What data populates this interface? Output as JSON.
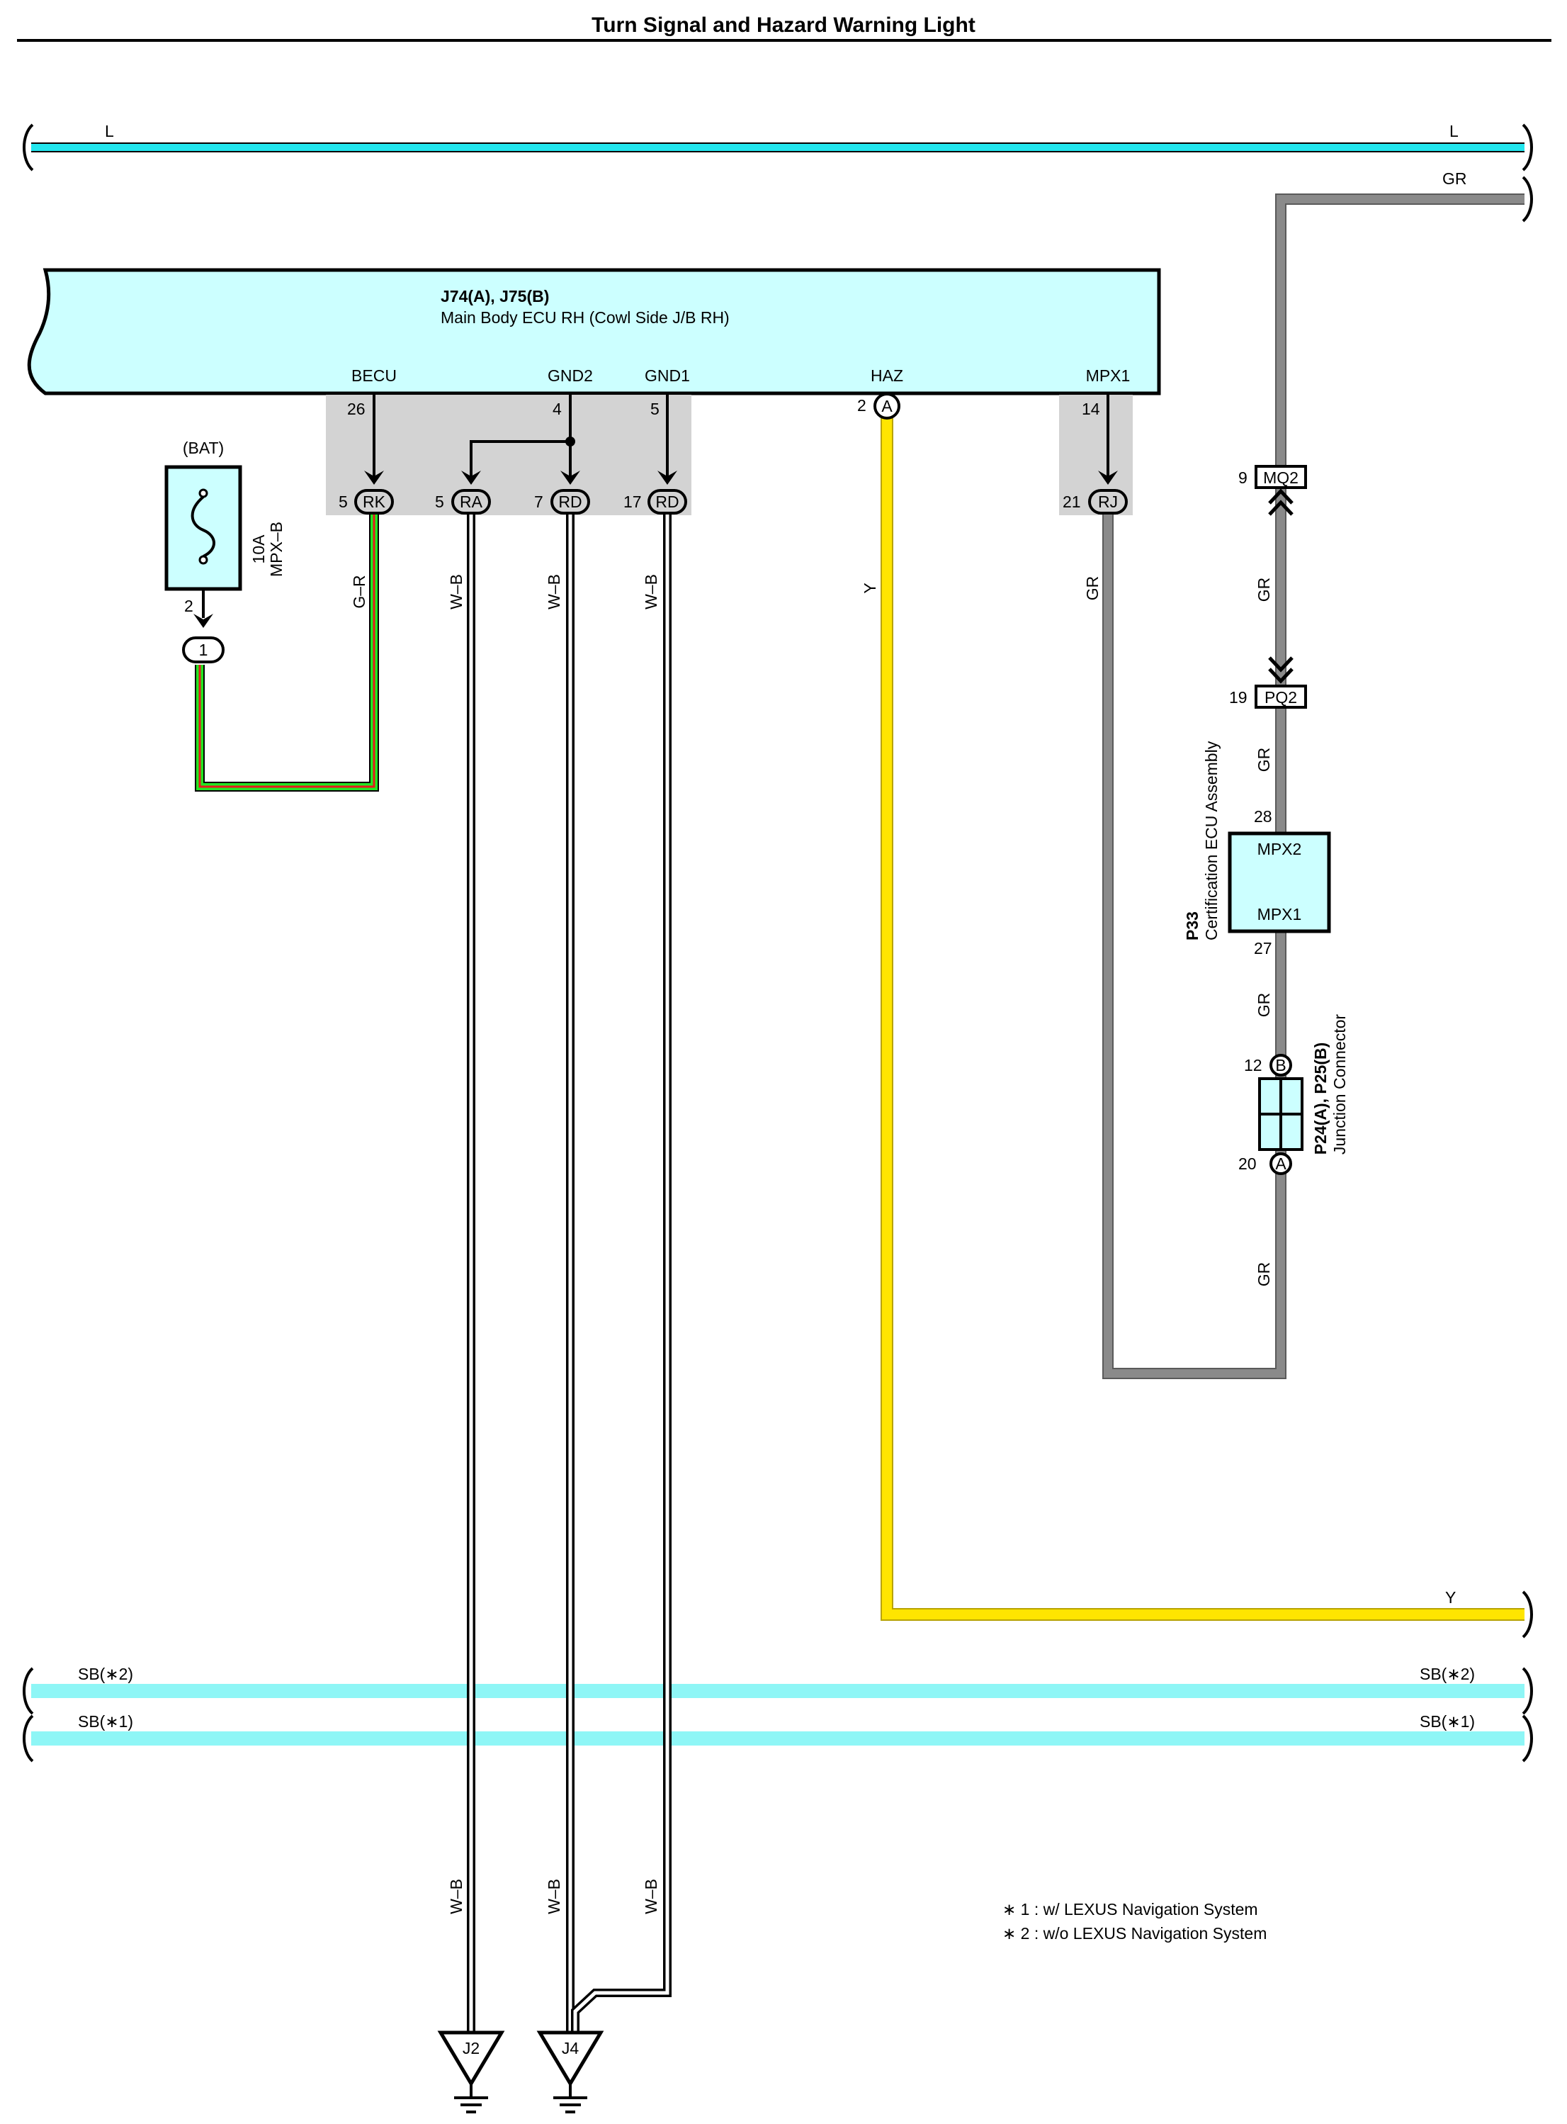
{
  "title": "Turn Signal and Hazard Warning Light",
  "colors": {
    "L": "#22e6ee",
    "SB": "#8ef6f6",
    "GR": "#878787",
    "Y": "#ffe500",
    "G": "#22e622",
    "R": "#e61b1b",
    "connector_gray": "#d3d3d3",
    "ecu_fill": "#ccffff"
  },
  "wires": {
    "L_left": "L",
    "L_right": "L",
    "GR_top": "GR",
    "Y_right": "Y",
    "SB2_left": "SB(∗2)",
    "SB2_right": "SB(∗2)",
    "SB1_left": "SB(∗1)",
    "SB1_right": "SB(∗1)",
    "gr_becu": "G–R",
    "wb_ra": "W–B",
    "wb_rd7": "W–B",
    "wb_rd17": "W–B",
    "wb_ra_bottom": "W–B",
    "wb_rd7_bottom": "W–B",
    "wb_rd17_bottom": "W–B",
    "y_haz": "Y",
    "gr_rj": "GR",
    "gr_mq2_pq2": "GR",
    "gr_pq2_p33": "GR",
    "gr_p33_jc": "GR",
    "gr_jc_bottom": "GR"
  },
  "ecu": {
    "code": "J74(A), J75(B)",
    "name": "Main Body ECU RH (Cowl Side J/B RH)",
    "terminals": {
      "becu": "BECU",
      "gnd2": "GND2",
      "gnd1": "GND1",
      "haz": "HAZ",
      "mpx1": "MPX1"
    },
    "pins": {
      "becu": "26",
      "gnd2": "4",
      "gnd1": "5",
      "haz": "2",
      "mpx1": "14"
    },
    "haz_connector": "A"
  },
  "jb_connectors": {
    "rk": {
      "name": "RK",
      "pin": "5"
    },
    "ra": {
      "name": "RA",
      "pin": "5"
    },
    "rd7": {
      "name": "RD",
      "pin": "7"
    },
    "rd17": {
      "name": "RD",
      "pin": "17"
    },
    "rj": {
      "name": "RJ",
      "pin": "21"
    }
  },
  "fuse": {
    "source": "(BAT)",
    "rating": "10A",
    "name": "MPX–B",
    "pin": "2",
    "connector": "1"
  },
  "mq2": {
    "name": "MQ2",
    "pin": "9"
  },
  "pq2": {
    "name": "PQ2",
    "pin": "19"
  },
  "p33": {
    "code": "P33",
    "name": "Certification ECU Assembly",
    "mpx2": "MPX2",
    "mpx1": "MPX1",
    "pin_top": "28",
    "pin_bottom": "27"
  },
  "junction": {
    "code": "P24(A), P25(B)",
    "name": "Junction Connector",
    "top_conn": "B",
    "top_pin": "12",
    "bottom_conn": "A",
    "bottom_pin": "20"
  },
  "grounds": {
    "j2": "J2",
    "j4": "J4"
  },
  "notes": {
    "note1": "∗ 1 : w/ LEXUS Navigation System",
    "note2": "∗ 2 : w/o LEXUS Navigation System"
  }
}
